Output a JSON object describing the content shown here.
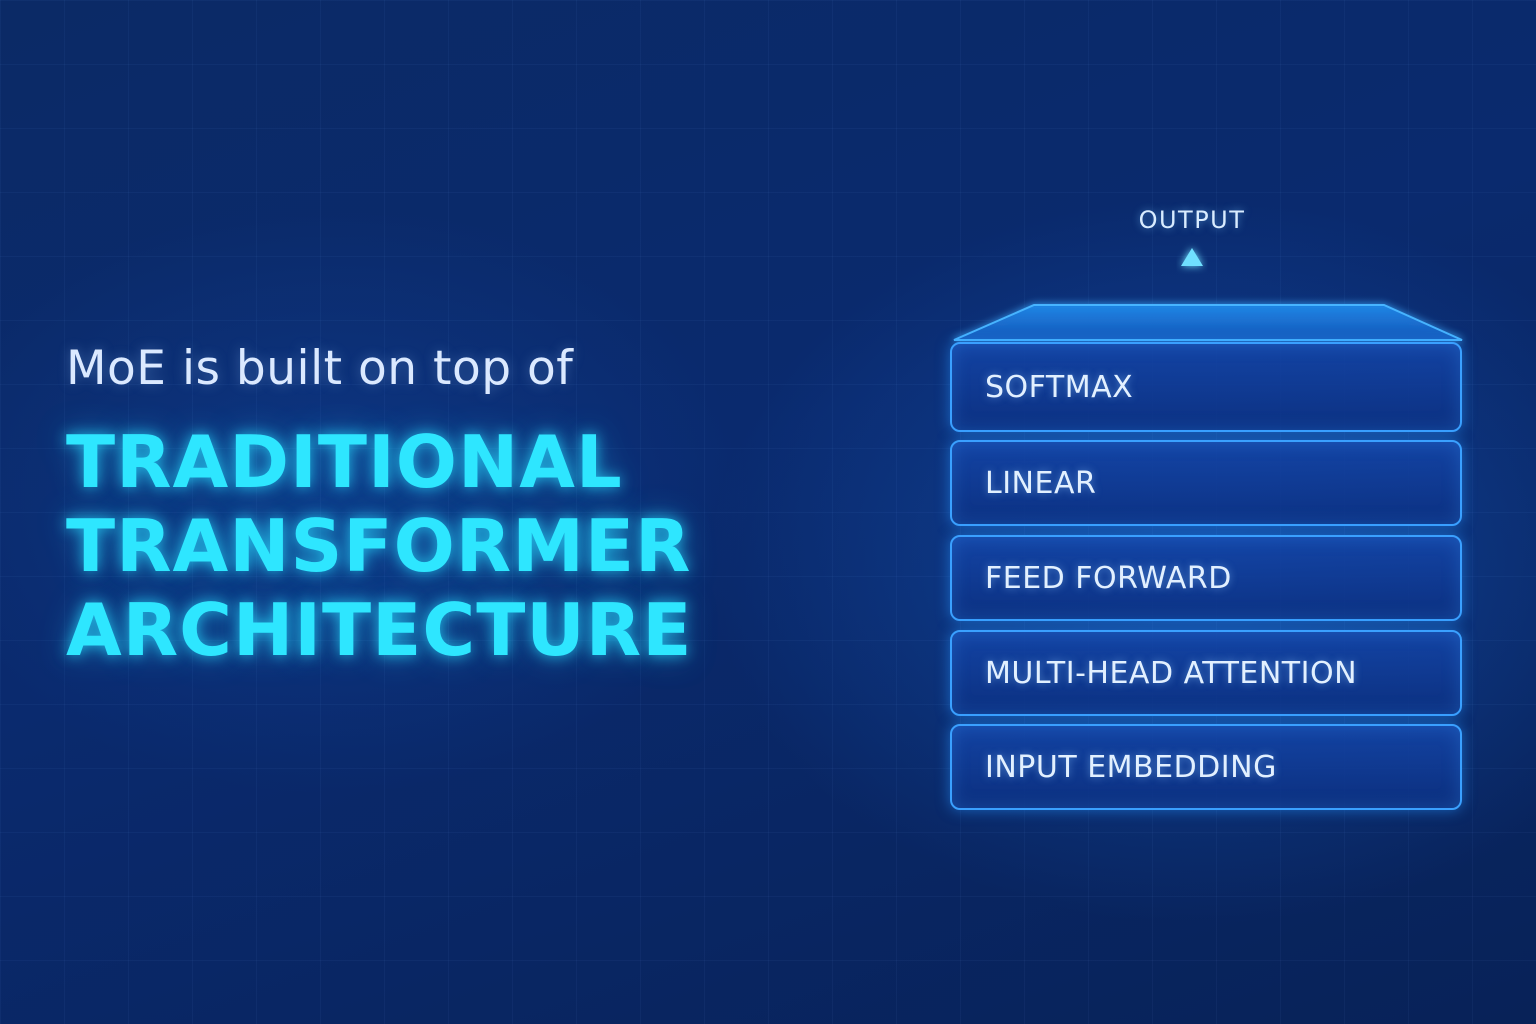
{
  "headline": {
    "subtitle": "MoE is built on top of",
    "title_lines": [
      "TRADITIONAL",
      "TRANSFORMER",
      "ARCHITECTURE"
    ]
  },
  "diagram": {
    "output_label": "OUTPUT",
    "layers": [
      "SOFTMAX",
      "LINEAR",
      "FEED FORWARD",
      "MULTI-HEAD ATTENTION",
      "INPUT EMBEDDING"
    ]
  },
  "colors": {
    "background": "#0a2a6e",
    "accent_cyan": "#2ee6ff",
    "layer_border": "#3aa0ff",
    "text_light": "#dbe9ff"
  },
  "icons": [
    "output-arrow-icon"
  ]
}
